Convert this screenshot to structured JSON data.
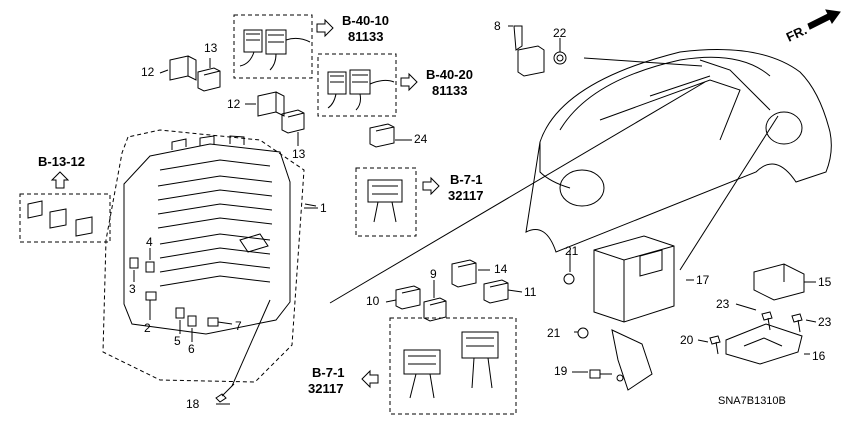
{
  "diagram": {
    "code": "SNA7B1310B",
    "direction": "FR.",
    "refs": {
      "b4010": "B-40-10",
      "n81133a": "81133",
      "b4020": "B-40-20",
      "n81133b": "81133",
      "b1312": "B-13-12",
      "b71a": "B-7-1",
      "n32117a": "32117",
      "b71b": "B-7-1",
      "n32117b": "32117"
    },
    "callouts": {
      "p1": "1",
      "p2": "2",
      "p3": "3",
      "p4": "4",
      "p5": "5",
      "p6": "6",
      "p7": "7",
      "p8": "8",
      "p9": "9",
      "p10": "10",
      "p11": "11",
      "p12a": "12",
      "p12b": "12",
      "p13a": "13",
      "p13b": "13",
      "p14": "14",
      "p15": "15",
      "p16": "16",
      "p17": "17",
      "p18": "18",
      "p19": "19",
      "p20": "20",
      "p21a": "21",
      "p21b": "21",
      "p22": "22",
      "p23a": "23",
      "p23b": "23",
      "p24": "24"
    }
  }
}
